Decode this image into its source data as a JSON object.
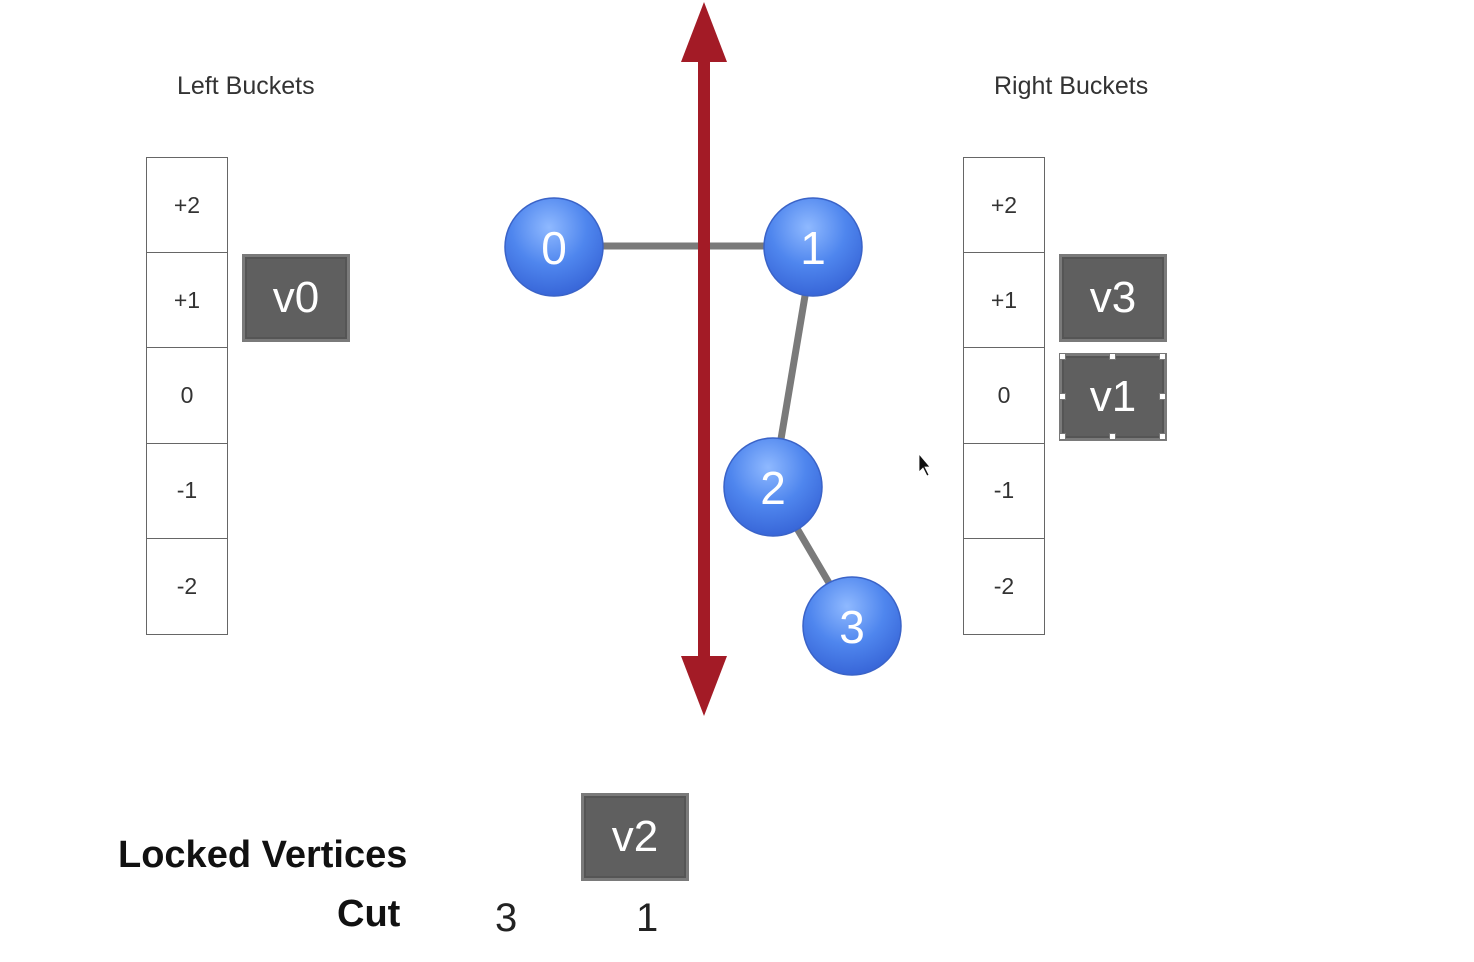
{
  "left_buckets": {
    "title": "Left Buckets",
    "cells": [
      "+2",
      "+1",
      "0",
      "-1",
      "-2"
    ]
  },
  "right_buckets": {
    "title": "Right Buckets",
    "cells": [
      "+2",
      "+1",
      "0",
      "-1",
      "-2"
    ]
  },
  "vertex_boxes": {
    "left_plus1": "v0",
    "right_plus1": "v3",
    "right_zero": "v1",
    "locked": "v2"
  },
  "graph": {
    "nodes": [
      "0",
      "1",
      "2",
      "3"
    ],
    "node_color": "#4f86ee",
    "edge_color": "#7a7a7a",
    "cut_line_color": "#a31b26"
  },
  "footer": {
    "locked_label": "Locked Vertices",
    "cut_label": "Cut",
    "cut_values": [
      "3",
      "1"
    ]
  }
}
